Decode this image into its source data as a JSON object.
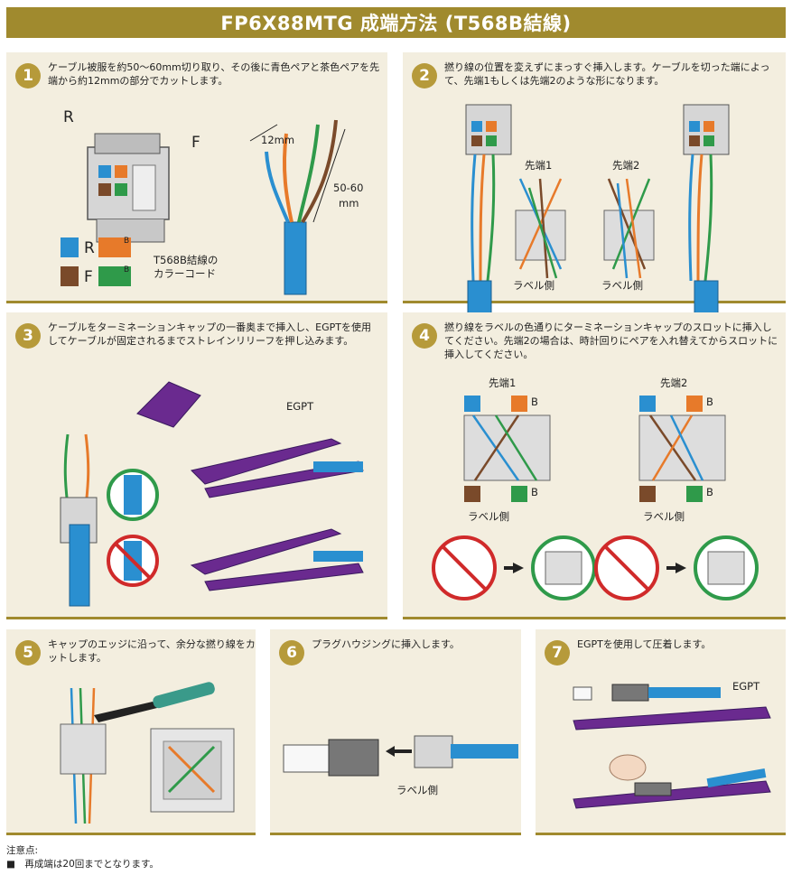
{
  "title": "FP6X88MTG 成端方法 (T568B結線)",
  "steps": [
    {
      "num": "1",
      "text": "ケーブル被服を約50〜60mm切り取り、その後に青色ペアと茶色ペアを先端から約12mmの部分でカットします。"
    },
    {
      "num": "2",
      "text": "撚り線の位置を変えずにまっすぐ挿入します。ケーブルを切った端によって、先端1もしくは先端2のような形になります。"
    },
    {
      "num": "3",
      "text": "ケーブルをターミネーションキャップの一番奥まで挿入し、EGPTを使用してケーブルが固定されるまでストレインリリーフを押し込みます。"
    },
    {
      "num": "4",
      "text": "撚り線をラベルの色通りにターミネーションキャップのスロットに挿入してください。先端2の場合は、時計回りにペアを入れ替えてからスロットに挿入してください。"
    },
    {
      "num": "5",
      "text": "キャップのエッジに沿って、余分な撚り線をカットします。"
    },
    {
      "num": "6",
      "text": "プラグハウジングに挿入します。"
    },
    {
      "num": "7",
      "text": "EGPTを使用して圧着します。"
    }
  ],
  "step1": {
    "label_r": "R",
    "label_f": "F",
    "dim_12": "12mm",
    "dim_50": "50-60",
    "dim_mm": "mm",
    "legend_r": "R",
    "legend_f": "F",
    "legend_b1": "B",
    "legend_b2": "B",
    "legend_text_1": "T568B結線の",
    "legend_text_2": "カラーコード"
  },
  "step2": {
    "tip1": "先端1",
    "tip2": "先端2",
    "label_side_1": "ラベル側",
    "label_side_2": "ラベル側"
  },
  "step3": {
    "egpt": "EGPT"
  },
  "step4": {
    "tip1": "先端1",
    "tip2": "先端2",
    "b_marks": [
      "B",
      "B",
      "B",
      "B"
    ],
    "label_side_1": "ラベル側",
    "label_side_2": "ラベル側"
  },
  "step6": {
    "label_side": "ラベル側"
  },
  "step7": {
    "egpt": "EGPT"
  },
  "notes": {
    "heading": "注意点:",
    "item": "■　再成端は20回までとなります。"
  },
  "colors": {
    "accent": "#a08a2e",
    "panel": "#f3eedf",
    "blue": "#2a8fd0",
    "purple": "#6a2a8f",
    "green": "#2f9a4a",
    "red": "#d02a2a",
    "orange": "#e77a2a",
    "brown": "#7a4a2a"
  }
}
